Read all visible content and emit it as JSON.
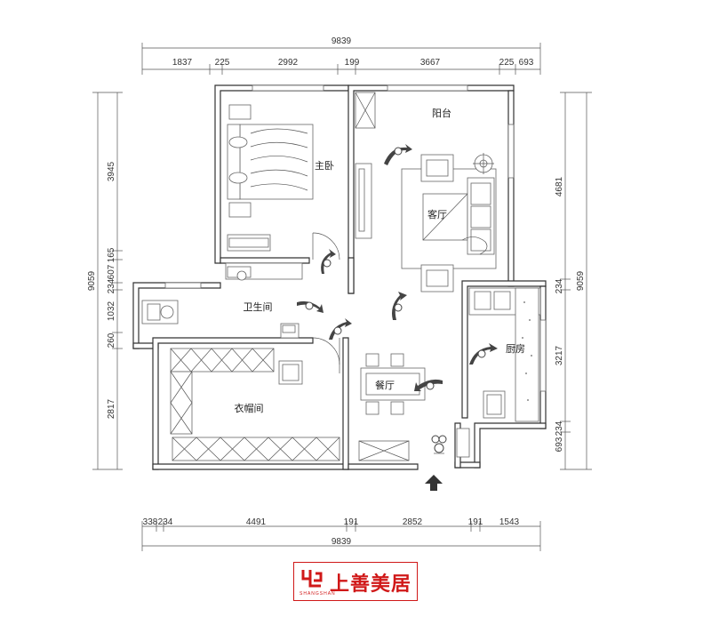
{
  "dimensions": {
    "top_total": "9839",
    "top_segments": [
      "1837",
      "225",
      "2992",
      "199",
      "3667",
      "225",
      "693"
    ],
    "bottom_total": "9839",
    "bottom_segments": [
      "338",
      "234",
      "4491",
      "191",
      "2852",
      "191",
      "1543"
    ],
    "left_total": "9059",
    "left_segments": [
      "3945",
      "165",
      "607",
      "234",
      "1032",
      "260",
      "2817"
    ],
    "right_total": "9059",
    "right_segments": [
      "4681",
      "234",
      "3217",
      "234",
      "693"
    ]
  },
  "rooms": {
    "master_bedroom": "主卧",
    "balcony": "阳台",
    "living_room": "客厅",
    "bathroom": "卫生间",
    "kitchen": "厨房",
    "dining_room": "餐厅",
    "cloakroom": "衣帽间"
  },
  "logo": {
    "name": "上善美居",
    "subtitle": "SHANGSHAN"
  },
  "icons": [
    "entrance-arrow-icon",
    "person-walking-icon",
    "logo-mark-icon"
  ],
  "colors": {
    "logo_red": "#d01818",
    "line": "#333333"
  }
}
